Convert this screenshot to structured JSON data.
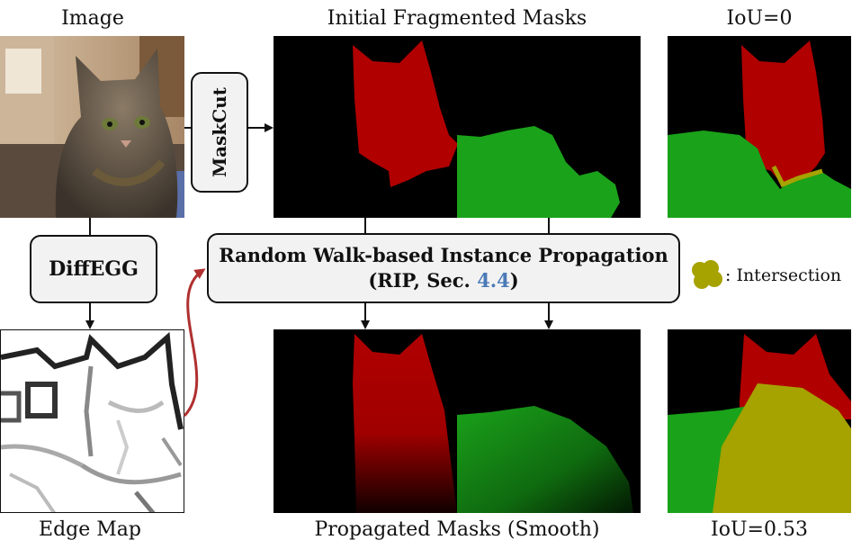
{
  "labels": {
    "image": "Image",
    "initial_masks": "Initial Fragmented Masks",
    "iou_top": "IoU=0",
    "edge_map": "Edge Map",
    "propagated_masks": "Propagated Masks (Smooth)",
    "iou_bottom": "IoU=0.53",
    "legend_intersection": ": Intersection"
  },
  "boxes": {
    "maskcut": "MaskCut",
    "diffegg": "DiffEGG",
    "rip_line1": "Random Walk-based Instance Propagation",
    "rip_line2_prefix": "(RIP, Sec. ",
    "rip_ref": "4.4",
    "rip_line2_suffix": ")"
  },
  "colors": {
    "mask_red": "#b00000",
    "mask_green": "#1aa21a",
    "intersection": "#a6a200",
    "background_black": "#000000",
    "ref_blue": "#4a7ab8",
    "curved_arrow": "#b03030"
  }
}
